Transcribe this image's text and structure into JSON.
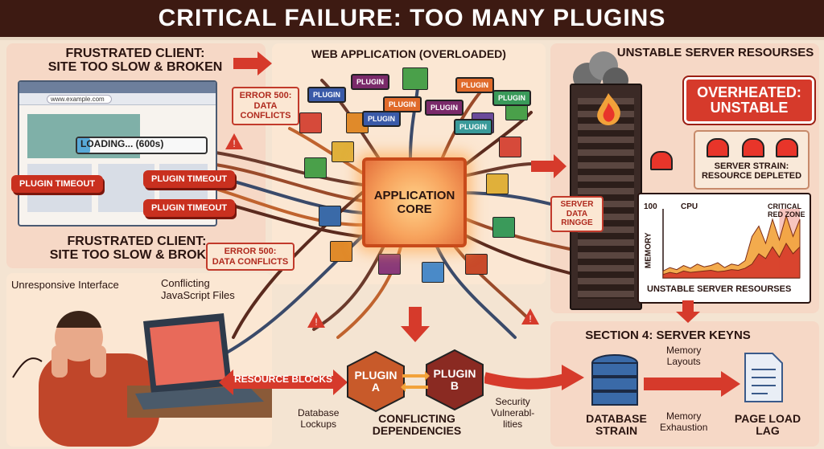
{
  "title": "CRITICAL FAILURE: TOO MANY PLUGINS",
  "client": {
    "heading_top": "FRUSTRATED CLIENT:\nSITE TOO SLOW & BROKEN",
    "heading_bottom": "FRUSTRATED CLIENT:\nSITE TOO SLOW & BROKEN",
    "url": "www.example.com",
    "loading_text": "LOADING... (600s)",
    "tag_left": "PLUGIN TIMEOUT",
    "tag_right1": "PLUGIN TIMEOUT",
    "tag_right2": "PLUGIN TIMEOUT",
    "error_top": "ERROR 500:\nDATA\nCONFLICTS",
    "error_bottom": "ERROR 500:\nDATA CONFLICTS"
  },
  "webapp": {
    "heading": "WEB APPLICATION (OVERLOADED)",
    "core": "APPLICATION\nCORE",
    "chips": [
      "PLUGIN",
      "PLUGIN",
      "PLUGIN",
      "PLUGIN",
      "PLUGIN",
      "PLUGIN",
      "PLUGIN",
      "PLUGIN"
    ]
  },
  "server": {
    "heading": "UNSTABLE SERVER RESOURSES",
    "alert": "OVERHEATED:\nUNSTABLE",
    "strain": "SERVER STRAIN:\nRESOURCE DEPLETED",
    "data_tag": "SERVER\nDATA\nRINGGE",
    "chart": {
      "cpu_label": "CPU",
      "y_top": "100",
      "memory_label": "MEMORY",
      "critical_label": "CRITICAL\nRED ZONE",
      "caption": "UNSTABLE SERVER RESOURSES"
    }
  },
  "bottom_left": {
    "unresponsive": "Unresponsive Interface",
    "conflicting_js": "Conflicting\nJavaScript Files"
  },
  "conflicts": {
    "resource_blocks": "RESOURCE BLOCKS",
    "plugin_a": "PLUGIN\nA",
    "plugin_b": "PLUGIN\nB",
    "database_lockups": "Database\nLockups",
    "heading": "CONFLICTING\nDEPENDENCIES",
    "security": "Security\nVulnerabl-\nlities"
  },
  "section4": {
    "heading": "SECTION 4: SERVER KEYNS",
    "memory_layouts": "Memory\nLayouts",
    "memory_exhaustion": "Memory\nExhaustion",
    "database_strain": "DATABASE\nSTRAIN",
    "page_load_lag": "PAGE LOAD\nLAG"
  },
  "chart_data": {
    "type": "area",
    "x": [
      0,
      1,
      2,
      3,
      4,
      5,
      6,
      7,
      8,
      9,
      10,
      11,
      12,
      13,
      14,
      15,
      16,
      17,
      18,
      19,
      20
    ],
    "series": [
      {
        "name": "CPU",
        "values": [
          10,
          15,
          12,
          18,
          14,
          20,
          16,
          18,
          22,
          15,
          20,
          18,
          25,
          60,
          75,
          50,
          85,
          55,
          90,
          60,
          85
        ]
      },
      {
        "name": "MEMORY",
        "values": [
          5,
          8,
          6,
          10,
          8,
          9,
          10,
          11,
          9,
          10,
          12,
          11,
          14,
          20,
          35,
          28,
          45,
          30,
          50,
          35,
          45
        ]
      }
    ],
    "ylim": [
      0,
      100
    ],
    "ytick_top": "100",
    "ylabel": "MEMORY",
    "annotation": "CRITICAL RED ZONE",
    "critical_from": 17,
    "colors": {
      "cpu": "#f2a23a",
      "memory": "#d63a2b",
      "zone": "#f7c5bf"
    }
  }
}
